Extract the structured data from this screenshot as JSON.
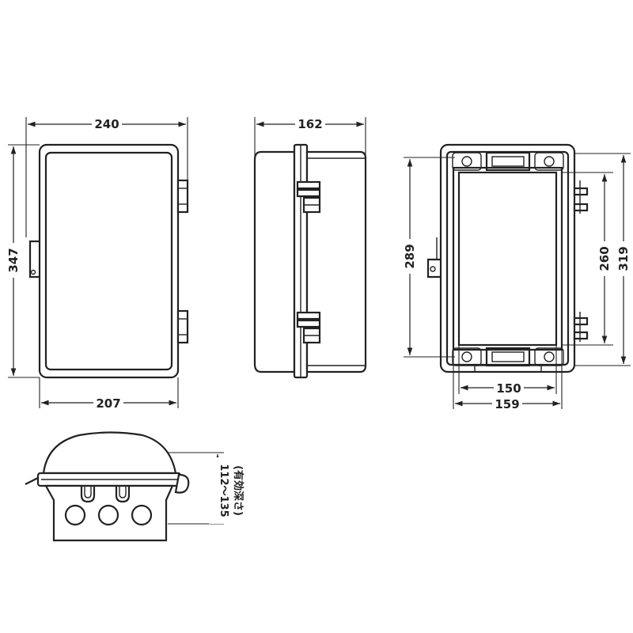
{
  "dimensions": {
    "front_width": "240",
    "front_height": "347",
    "front_inner_width": "207",
    "side_depth": "162",
    "back_height_outer": "289",
    "back_height_inner": "260",
    "back_height_total": "319",
    "back_width_inner": "150",
    "back_width_outer": "159",
    "bottom_depth": "112〜135",
    "bottom_depth_note": "(有効深さ)"
  }
}
